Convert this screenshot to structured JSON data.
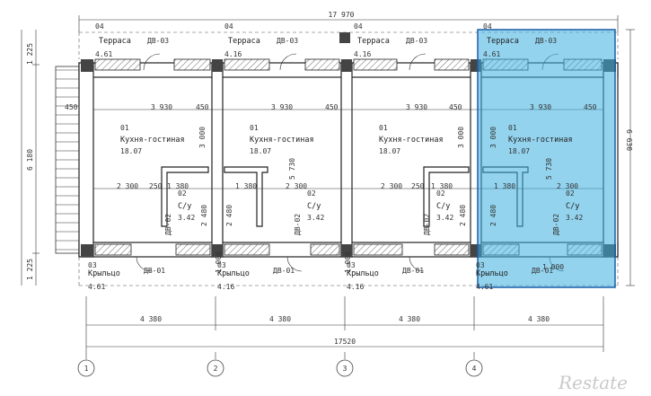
{
  "dims": {
    "total_top": "17 970",
    "total_bottom": "17520",
    "segments_bottom": [
      "4 380",
      "4 380",
      "4 380",
      "4 380"
    ],
    "height_left": "6 180",
    "left_top": "1 225",
    "left_bottom": "1 225",
    "right": "6 630",
    "wall_450": "450",
    "span_3930": "3 930",
    "span_2300": "2 300",
    "span_250": "250",
    "span_1380": "1 380",
    "span_3000": "3 000",
    "span_5730": "5 730",
    "span_2480": "2 480",
    "span_1000": "1 000"
  },
  "units": [
    {
      "terrace_no": "04",
      "terrace": "Терраса",
      "terrace_area": "4.61",
      "door_top": "ДВ-03",
      "living_no": "01",
      "living": "Кухня-гостиная",
      "living_area": "18.07",
      "wc_no": "02",
      "wc": "С/у",
      "wc_area": "3.42",
      "wc_door": "ДВ-02",
      "porch_no": "03",
      "porch": "Крыльцо",
      "porch_area": "4.61",
      "door_bottom": "ДВ-01"
    },
    {
      "terrace_no": "04",
      "terrace": "Терраса",
      "terrace_area": "4.16",
      "door_top": "ДВ-03",
      "living_no": "01",
      "living": "Кухня-гостиная",
      "living_area": "18.07",
      "wc_no": "02",
      "wc": "С/у",
      "wc_area": "3.42",
      "wc_door": "ДВ-02",
      "porch_no": "03",
      "porch": "Крыльцо",
      "porch_area": "4.16",
      "door_bottom": "ДВ-01"
    },
    {
      "terrace_no": "04",
      "terrace": "Терраса",
      "terrace_area": "4.16",
      "door_top": "ДВ-03",
      "living_no": "01",
      "living": "Кухня-гостиная",
      "living_area": "18.07",
      "wc_no": "02",
      "wc": "С/у",
      "wc_area": "3.42",
      "wc_door": "ДВ-02",
      "porch_no": "03",
      "porch": "Крыльцо",
      "porch_area": "4.16",
      "door_bottom": "ДВ-01"
    },
    {
      "terrace_no": "04",
      "terrace": "Терраса",
      "terrace_area": "4.61",
      "door_top": "ДВ-03",
      "living_no": "01",
      "living": "Кухня-гостиная",
      "living_area": "18.07",
      "wc_no": "02",
      "wc": "С/у",
      "wc_area": "3.42",
      "wc_door": "ДВ-02",
      "porch_no": "03",
      "porch": "Крыльцо",
      "porch_area": "4.61",
      "door_bottom": "ДВ-01"
    }
  ],
  "axes": [
    "1",
    "2",
    "3",
    "4"
  ],
  "highlight_color": "#3aaee0",
  "watermark": "Restate"
}
